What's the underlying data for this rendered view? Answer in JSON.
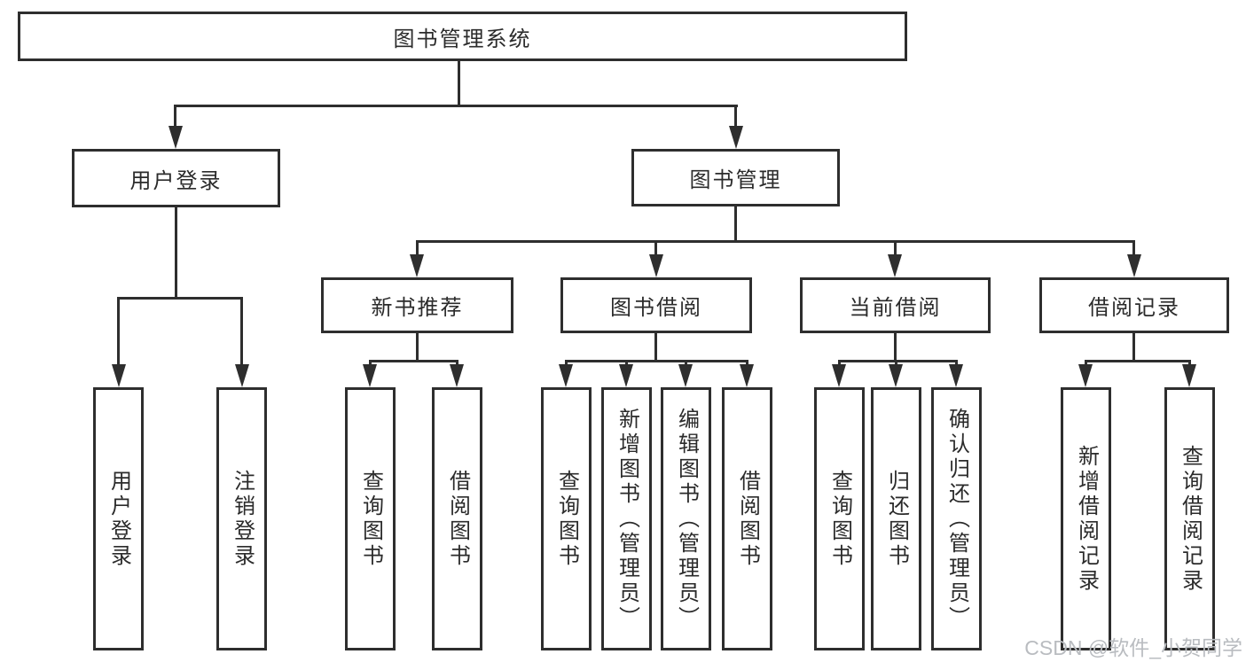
{
  "diagram_type": "hierarchy-tree",
  "tree": {
    "label": "图书管理系统",
    "children": [
      {
        "label": "用户登录",
        "children": [
          {
            "label": "用户登录"
          },
          {
            "label": "注销登录"
          }
        ]
      },
      {
        "label": "图书管理",
        "children": [
          {
            "label": "新书推荐",
            "children": [
              {
                "label": "查询图书"
              },
              {
                "label": "借阅图书"
              }
            ]
          },
          {
            "label": "图书借阅",
            "children": [
              {
                "label": "查询图书"
              },
              {
                "label": "新增图书（管理员）"
              },
              {
                "label": "编辑图书（管理员）"
              },
              {
                "label": "借阅图书"
              }
            ]
          },
          {
            "label": "当前借阅",
            "children": [
              {
                "label": "查询图书"
              },
              {
                "label": "归还图书"
              },
              {
                "label": "确认归还（管理员）"
              }
            ]
          },
          {
            "label": "借阅记录",
            "children": [
              {
                "label": "新增借阅记录"
              },
              {
                "label": "查询借阅记录"
              }
            ]
          }
        ]
      }
    ]
  },
  "watermark": "CSDN @软件_小贺同学",
  "colors": {
    "line": "#2e2e2e",
    "text": "#2b2b2b",
    "background": "#ffffff",
    "watermark": "#b9bcc0"
  }
}
